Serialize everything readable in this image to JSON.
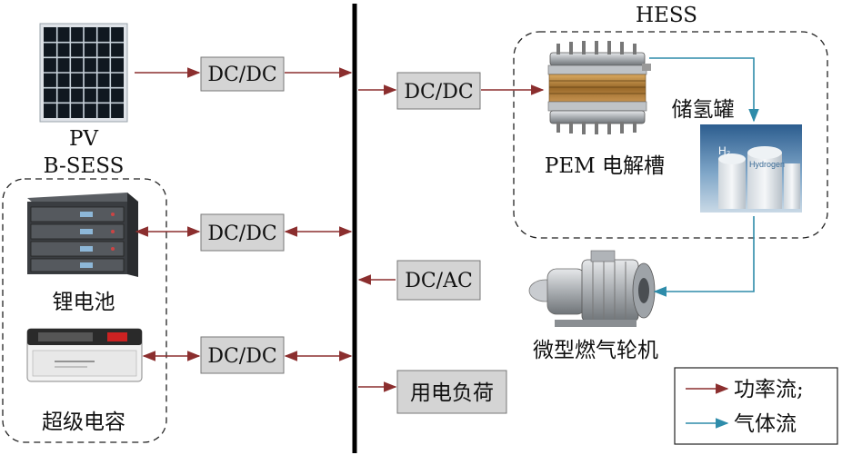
{
  "labels": {
    "pv": "PV",
    "bsess": "B-SESS",
    "hess": "HESS",
    "lithium_battery": "锂电池",
    "supercapacitor": "超级电容",
    "pem_electrolyzer": "PEM 电解槽",
    "hydrogen_tank": "储氢罐",
    "micro_gas_turbine": "微型燃气轮机"
  },
  "converters": {
    "pv_dcdc": "DC/DC",
    "hess_dcdc": "DC/DC",
    "battery_dcdc": "DC/DC",
    "supercap_dcdc": "DC/DC",
    "turbine_dcac": "DC/AC",
    "load": "用电负荷"
  },
  "legend": {
    "power_flow": "功率流;",
    "gas_flow": "气体流"
  },
  "colors": {
    "power_flow": "#8b2e2e",
    "gas_flow": "#2e8caa",
    "box_fill": "#d4d4d4",
    "bus": "#000000"
  },
  "tank_text": {
    "h2": "H₂",
    "hydrogen": "Hydrogen"
  }
}
